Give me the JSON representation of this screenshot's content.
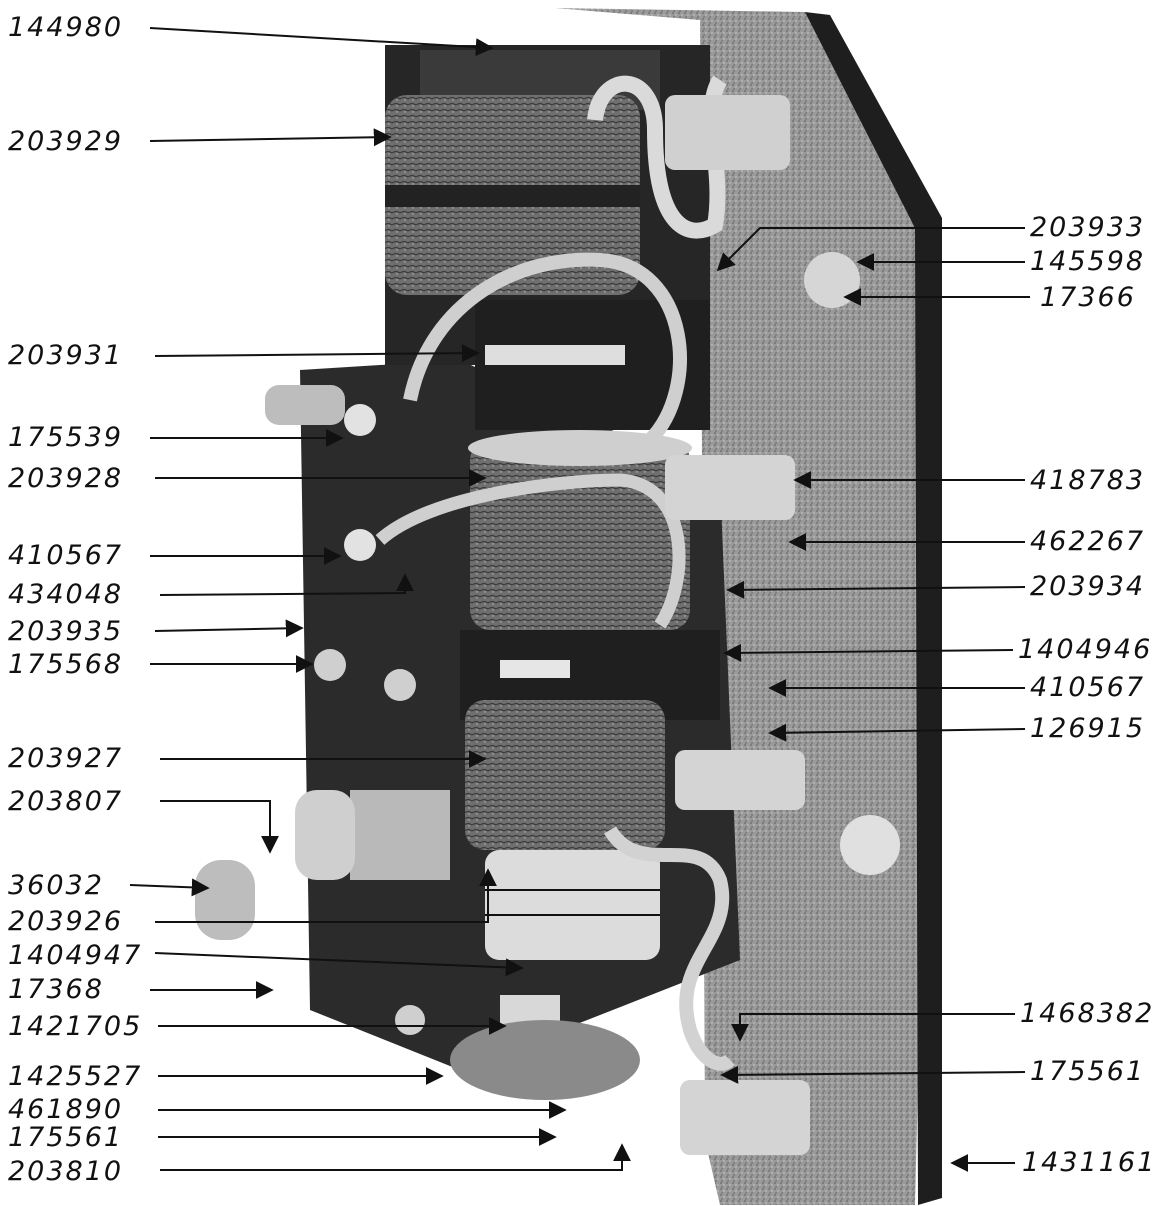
{
  "diagram": {
    "left_labels": [
      "144980",
      "203929",
      "203931",
      "175539",
      "203928",
      "410567",
      "434048",
      "203935",
      "175568",
      "203927",
      "203807",
      "36032",
      "203926",
      "1404947",
      "17368",
      "1421705",
      "1425527",
      "461890",
      "175561",
      "203810"
    ],
    "right_labels": [
      "203933",
      "145598",
      "17366",
      "418783",
      "462267",
      "203934",
      "1404946",
      "410567",
      "126915",
      "1468382",
      "175561",
      "1431161"
    ]
  },
  "colors": {
    "ink": "#111111",
    "panel": "#2b2b2b",
    "metal_light": "#cfcfcf",
    "coil": "#7a7a7a"
  }
}
